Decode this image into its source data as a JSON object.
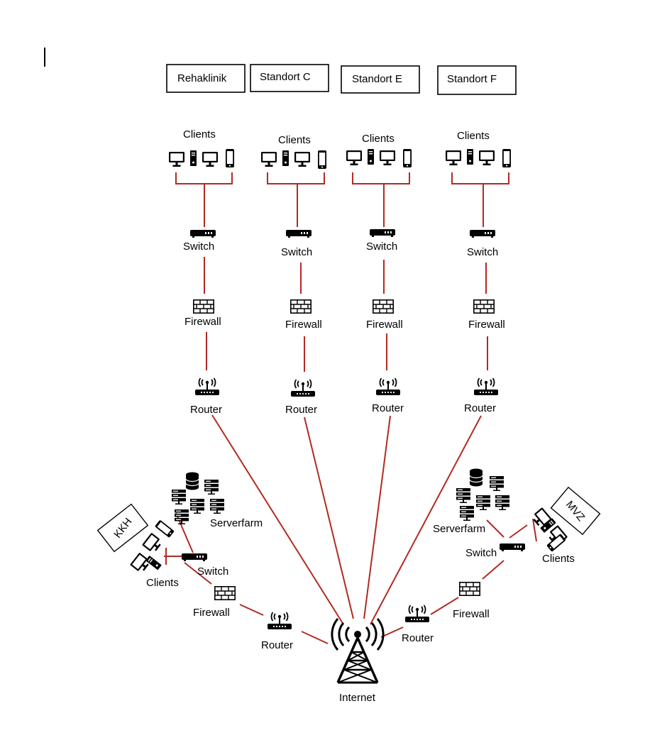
{
  "sites": {
    "rehaklinik": "Rehaklinik",
    "standort_c": "Standort C",
    "standort_e": "Standort E",
    "standort_f": "Standort F",
    "kkh": "KKH",
    "mvz": "MVZ"
  },
  "labels": {
    "clients": "Clients",
    "switch": "Switch",
    "firewall": "Firewall",
    "router": "Router",
    "serverfarm": "Serverfarm",
    "internet": "Internet"
  },
  "colors": {
    "link": "#b22a22",
    "icon": "#000000"
  }
}
